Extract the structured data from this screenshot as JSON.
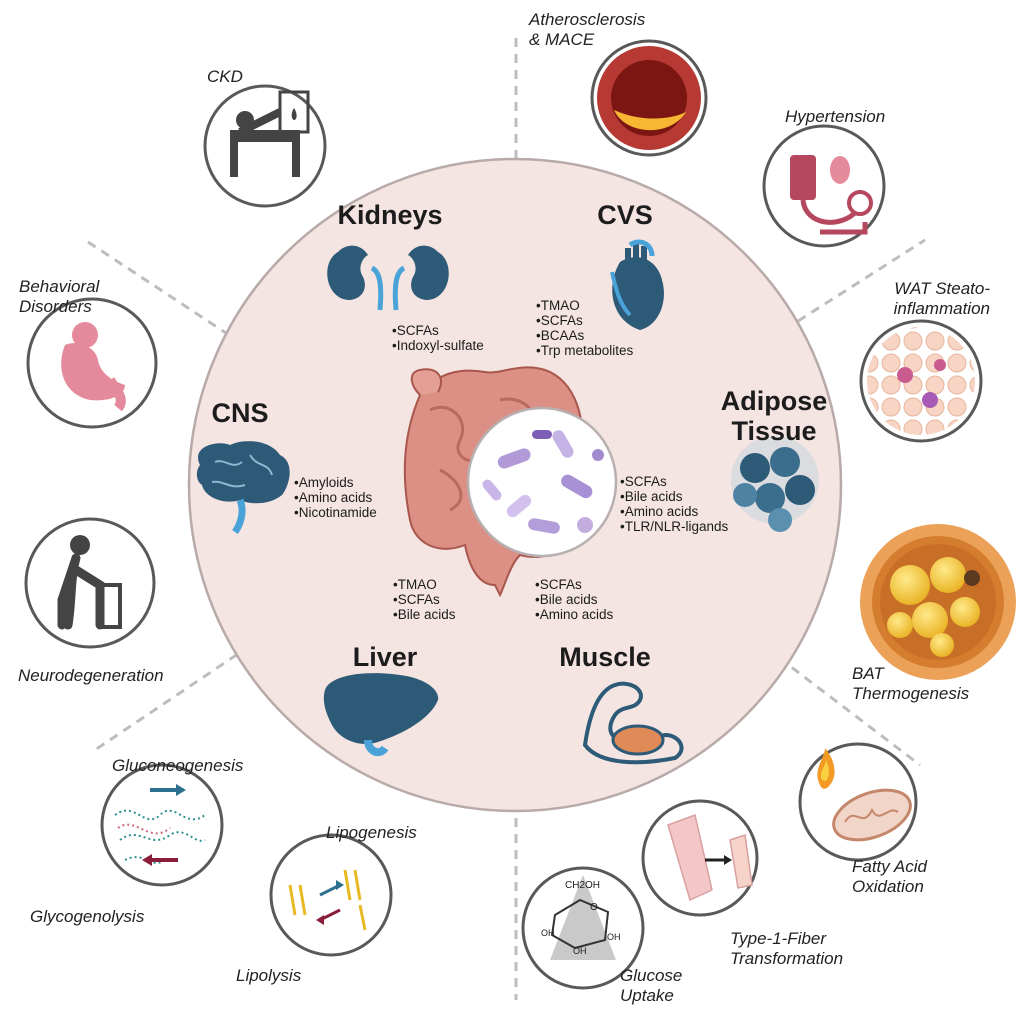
{
  "organs": {
    "kidneys": {
      "name": "Kidneys",
      "metabolites": [
        "SCFAs",
        "Indoxyl-sulfate"
      ]
    },
    "cvs": {
      "name": "CVS",
      "metabolites": [
        "TMAO",
        "SCFAs",
        "BCAAs",
        "Trp metabolites"
      ]
    },
    "cns": {
      "name": "CNS",
      "metabolites": [
        "Amyloids",
        "Amino acids",
        "Nicotinamide"
      ]
    },
    "adipose": {
      "name_line1": "Adipose",
      "name_line2": "Tissue",
      "metabolites": [
        "SCFAs",
        "Bile acids",
        "Amino acids",
        "TLR/NLR-ligands"
      ]
    },
    "liver": {
      "name": "Liver",
      "metabolites": [
        "TMAO",
        "SCFAs",
        "Bile acids"
      ]
    },
    "muscle": {
      "name": "Muscle",
      "metabolites": [
        "SCFAs",
        "Bile acids",
        "Amino acids"
      ]
    }
  },
  "outcomes": {
    "ckd": "CKD",
    "athero_line1": "Atherosclerosis",
    "athero_line2": "& MACE",
    "hypertension": "Hypertension",
    "wat_line1": "WAT Steato-",
    "wat_line2": "inflammation",
    "behavioral_line1": "Behavioral",
    "behavioral_line2": "Disorders",
    "neurodegeneration": "Neurodegeneration",
    "bat_line1": "BAT",
    "bat_line2": "Thermogenesis",
    "gluconeogenesis": "Gluconeogenesis",
    "glycogenolysis": "Glycogenolysis",
    "lipogenesis": "Lipogenesis",
    "lipolysis": "Lipolysis",
    "fao_line1": "Fatty Acid",
    "fao_line2": "Oxidation",
    "type1_line1": "Type-1-Fiber",
    "type1_line2": "Transformation",
    "glucose_line1": "Glucose",
    "glucose_line2": "Uptake"
  },
  "glucose_structure": {
    "ch2oh": "CH2OH",
    "o": "O",
    "oh": "OH"
  },
  "colors": {
    "central_circle": "#f4e4e2",
    "central_border": "#b7aaa8",
    "organ_blue": "#2d5a76",
    "organ_light_blue": "#4aa3d8",
    "intestine": "#dc8f84",
    "bacteria": "#a88fcf",
    "pink_figure": "#e58a9c",
    "fat_yellow": "#f2c43c",
    "artery_red": "#9f2b27",
    "dashed_line": "#bdbdbd"
  }
}
